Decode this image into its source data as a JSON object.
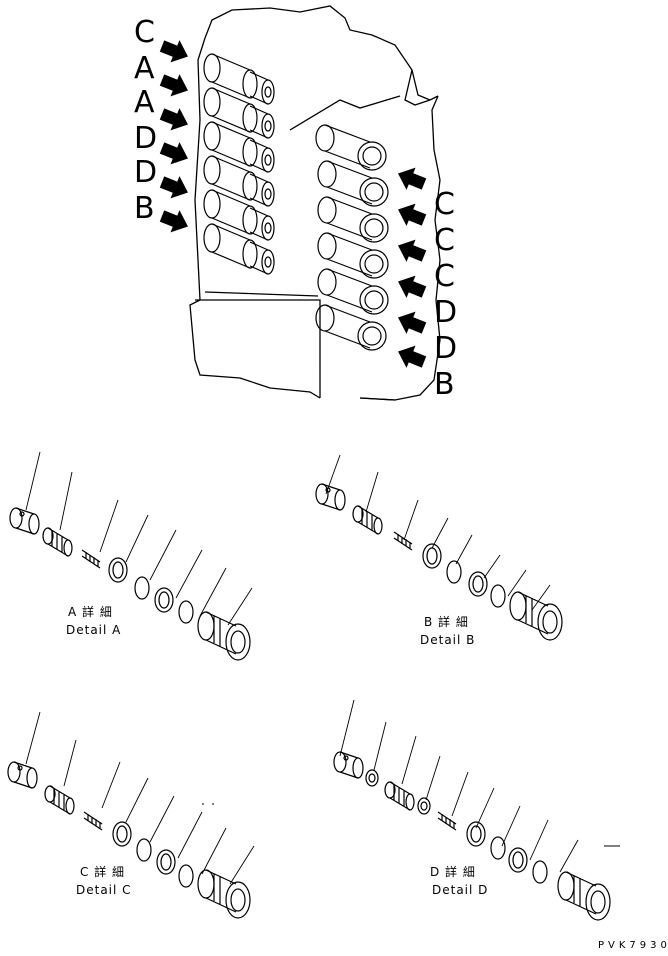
{
  "labels": {
    "left": [
      "C",
      "A",
      "A",
      "D",
      "D",
      "B"
    ],
    "right": [
      "C",
      "C",
      "C",
      "D",
      "D",
      "B"
    ]
  },
  "details": [
    {
      "jp": "A 詳 細",
      "en": "Detail A"
    },
    {
      "jp": "B 詳 細",
      "en": "Detail B"
    },
    {
      "jp": "C 詳 細",
      "en": "Detail C"
    },
    {
      "jp": "D 詳 細",
      "en": "Detail D"
    }
  ],
  "drawing_code": "PVK7930"
}
